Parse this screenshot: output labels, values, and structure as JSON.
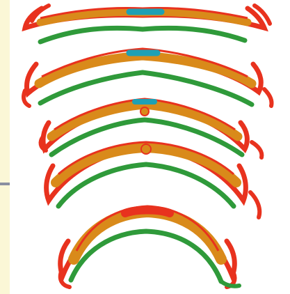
{
  "diagram": {
    "stage_count": 5,
    "stages": [
      {
        "id": 1,
        "has_cyan_midline": true
      },
      {
        "id": 2,
        "has_cyan_midline": true
      },
      {
        "id": 3,
        "has_cyan_midline": true
      },
      {
        "id": 4,
        "has_cyan_midline": false
      },
      {
        "id": 5,
        "has_cyan_midline": false
      }
    ]
  },
  "colors": {
    "outer_layer": "#e8321e",
    "middle_layer": "#d98a1a",
    "inner_layer": "#2f9a3a",
    "midline": "#1ea0b4",
    "side_panel": "#fbf7d6",
    "side_tick": "#8a8fa0",
    "background": "#ffffff"
  }
}
